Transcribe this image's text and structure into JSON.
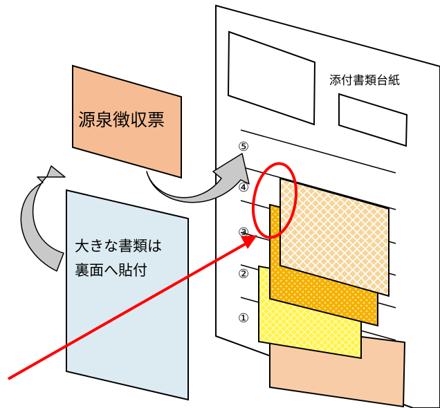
{
  "mount_sheet": {
    "title": "添付書類台紙",
    "numbers": [
      "⑤",
      "④",
      "③",
      "②",
      "①"
    ]
  },
  "withholding_slip": {
    "label": "源泉徴収票",
    "color": "#F6BD94"
  },
  "large_document": {
    "line1": "大きな書類は",
    "line2": "裏面へ貼付",
    "color": "#DCEBF1"
  },
  "colors": {
    "highlight_red": "#FF0000",
    "doc_pale": "#F6D59A",
    "doc_orange": "#F4B400",
    "doc_yellow": "#FFF34A",
    "doc_peach": "#F9CCA8",
    "arrow_gray": "#C9C9C9"
  }
}
